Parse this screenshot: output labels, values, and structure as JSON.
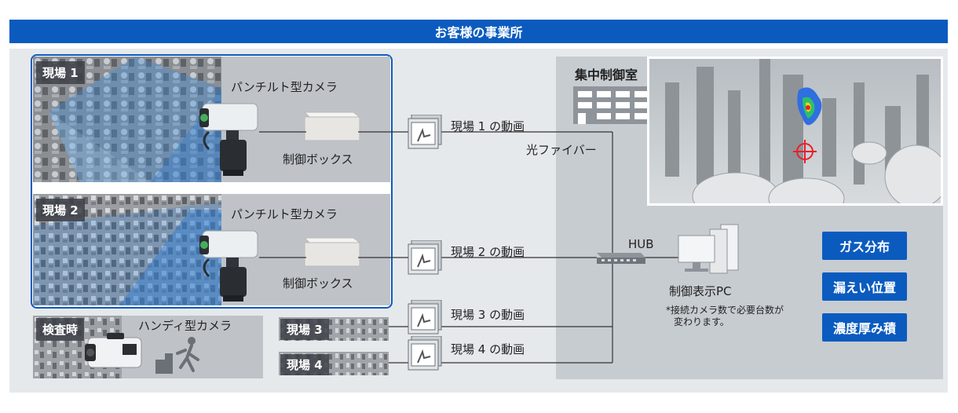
{
  "header": {
    "title": "お客様の事業所"
  },
  "sites": [
    {
      "label": "現場 1",
      "camera": "パンチルト型カメラ",
      "controller": "制御ボックス"
    },
    {
      "label": "現場 2",
      "camera": "パンチルト型カメラ",
      "controller": "制御ボックス"
    }
  ],
  "inspection": {
    "label": "検査時",
    "camera": "ハンディ型カメラ"
  },
  "extra_sites": [
    {
      "label": "現場 3"
    },
    {
      "label": "現場 4"
    }
  ],
  "videos": [
    "現場 1 の動画",
    "現場 2 の動画",
    "現場 3 の動画",
    "現場 4 の動画"
  ],
  "network": {
    "fiber": "光ファイバー",
    "hub": "HUB"
  },
  "control_room": {
    "title": "集中制御室",
    "pc_label": "制御表示PC",
    "note_line1": "*接続カメラ数で必要台数が",
    "note_line2": "変わります。",
    "buttons": [
      "ガス分布",
      "漏えい位置",
      "濃度厚み積"
    ]
  },
  "colors": {
    "accent": "#0b5bbf",
    "gas_hot": "#e8202a",
    "panel": "#bfc3c8"
  }
}
